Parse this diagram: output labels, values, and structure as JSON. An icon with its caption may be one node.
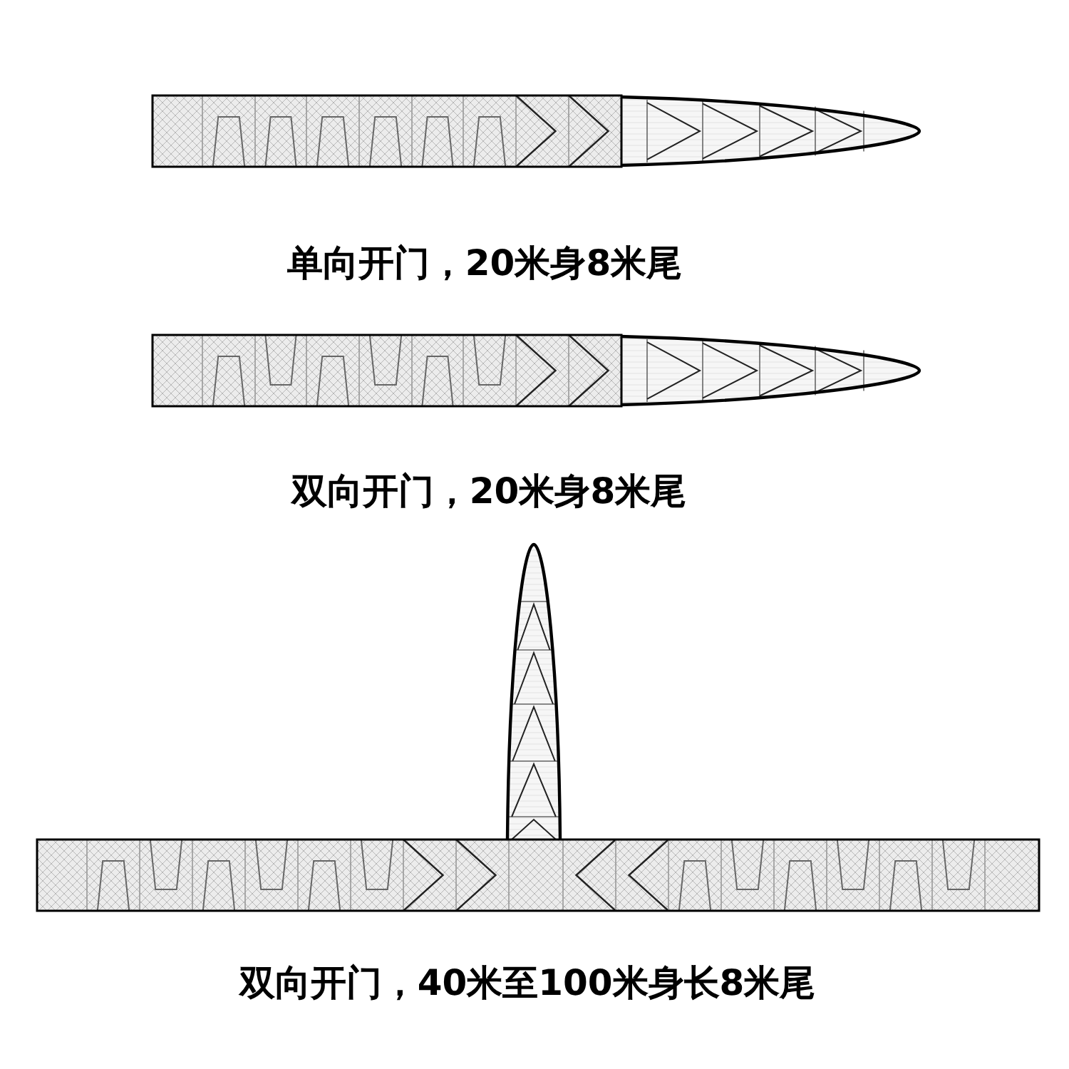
{
  "diagram": {
    "labels": [
      "单向开门，20米身8米尾",
      "双向开门，20米身8米尾",
      "双向开门，40米至100米身长8米尾"
    ]
  }
}
